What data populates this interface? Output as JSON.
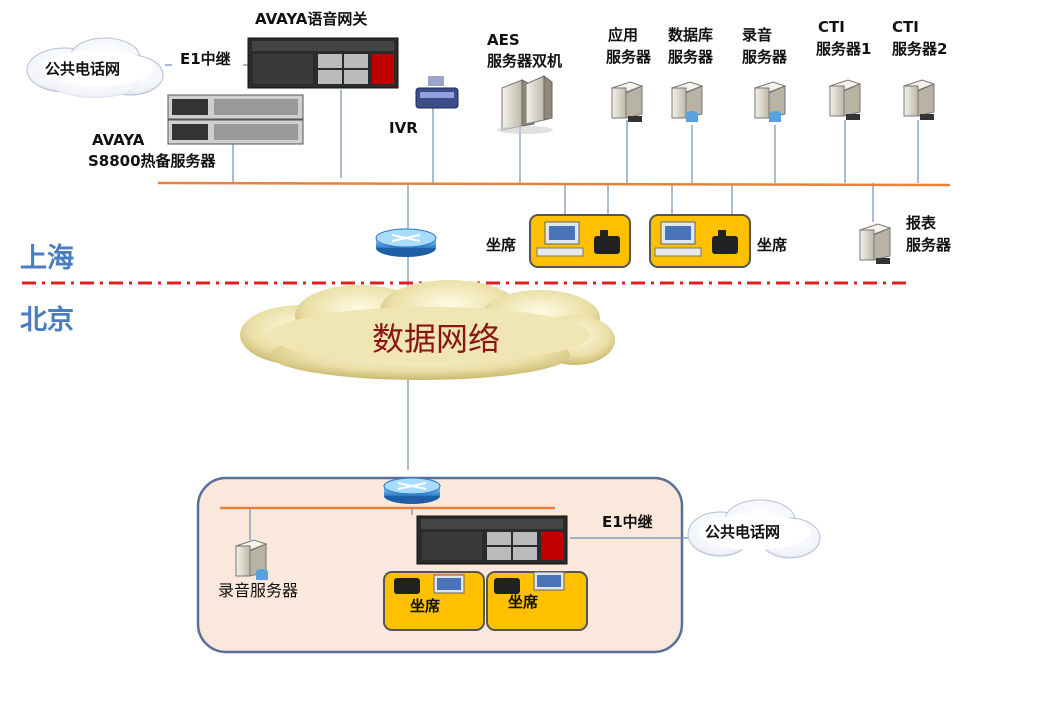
{
  "top": {
    "gateway_label": "AVAYA语音网关",
    "e1_label": "E1中继",
    "pstn_label": "公共电话网",
    "server_label_line1": "AVAYA",
    "server_label_line2": "S8800热备服务器",
    "ivr_label": "IVR",
    "aes_label_line1": "AES",
    "aes_label_line2": "服务器双机",
    "app_label_line1": "应用",
    "app_label_line2": "服务器",
    "db_label_line1": "数据库",
    "db_label_line2": "服务器",
    "rec_label_line1": "录音",
    "rec_label_line2": "服务器",
    "cti1_label_line1": "CTI",
    "cti1_label_line2": "服务器1",
    "cti2_label_line1": "CTI",
    "cti2_label_line2": "服务器2",
    "agent_left_label": "坐席",
    "agent_right_label": "坐席",
    "report_label_line1": "报表",
    "report_label_line2": "服务器"
  },
  "regions": {
    "shanghai": "上海",
    "beijing": "北京"
  },
  "network": {
    "cloud_label": "数据网络"
  },
  "bottom": {
    "e1_label": "E1中继",
    "pstn_label": "公共电话网",
    "rec_label": "录音服务器",
    "agent_left_label": "坐席",
    "agent_right_label": "坐席"
  },
  "colors": {
    "bus_line": "#e8823a",
    "agent_box": "#ffc000",
    "city_text": "#4a7cc0",
    "divider": "#e02020",
    "branch_bg": "#fbe8dc",
    "branch_border": "#5a6f99",
    "cloud_fill": "#eadfa6"
  }
}
